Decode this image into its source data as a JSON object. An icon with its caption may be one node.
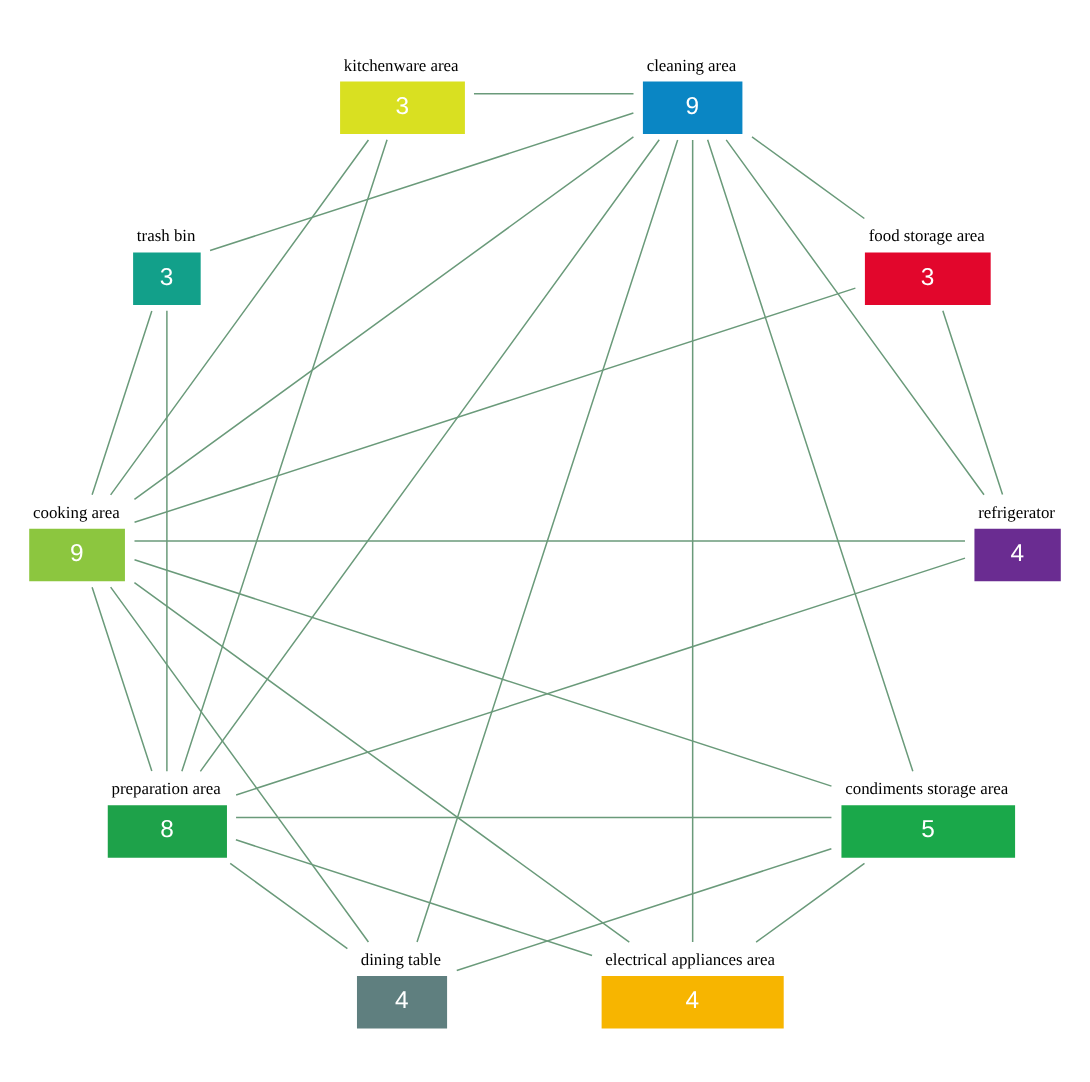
{
  "diagram": {
    "nodes": [
      {
        "text": [
          "5"
        ],
        "beside": [
          "condiments storage area"
        ]
      },
      {
        "text": [
          "9"
        ],
        "beside": [
          "cooking area"
        ]
      },
      {
        "text": [
          "3"
        ],
        "beside": [
          "kitchenware area"
        ]
      },
      {
        "text": [
          "4"
        ],
        "beside": [
          "electrical appliances area"
        ]
      },
      {
        "text": [
          "3"
        ],
        "beside": [
          "food storage area"
        ]
      },
      {
        "text": [
          "4"
        ],
        "beside": [
          "refrigerator"
        ]
      },
      {
        "text": [
          "4"
        ],
        "beside": [
          "dining table"
        ]
      },
      {
        "text": [
          "9"
        ],
        "beside": [
          "cleaning area"
        ]
      },
      {
        "text": [
          "3"
        ],
        "beside": [
          "trash bin"
        ]
      },
      {
        "text": [
          "8"
        ],
        "beside": [
          "preparation area"
        ]
      }
    ],
    "edges": [
      {
        "from": 0,
        "to": 1,
        "arrow": "none"
      },
      {
        "from": 0,
        "to": 9,
        "arrow": "none"
      },
      {
        "from": 0,
        "to": 7,
        "arrow": "none"
      },
      {
        "from": 0,
        "to": 6,
        "arrow": "none"
      },
      {
        "from": 0,
        "to": 3,
        "arrow": "none"
      },
      {
        "from": 1,
        "to": 2,
        "arrow": "none"
      },
      {
        "from": 1,
        "to": 3,
        "arrow": "none"
      },
      {
        "from": 1,
        "to": 4,
        "arrow": "none"
      },
      {
        "from": 1,
        "to": 5,
        "arrow": "none"
      },
      {
        "from": 1,
        "to": 6,
        "arrow": "none"
      },
      {
        "from": 1,
        "to": 7,
        "arrow": "none"
      },
      {
        "from": 1,
        "to": 8,
        "arrow": "none"
      },
      {
        "from": 1,
        "to": 9,
        "arrow": "none"
      },
      {
        "from": 9,
        "to": 2,
        "arrow": "none"
      },
      {
        "from": 9,
        "to": 3,
        "arrow": "none"
      },
      {
        "from": 9,
        "to": 5,
        "arrow": "none"
      },
      {
        "from": 9,
        "to": 6,
        "arrow": "none"
      },
      {
        "from": 9,
        "to": 7,
        "arrow": "none"
      },
      {
        "from": 9,
        "to": 8,
        "arrow": "none"
      },
      {
        "from": 7,
        "to": 2,
        "arrow": "none"
      },
      {
        "from": 7,
        "to": 3,
        "arrow": "none"
      },
      {
        "from": 7,
        "to": 4,
        "arrow": "none"
      },
      {
        "from": 7,
        "to": 5,
        "arrow": "none"
      },
      {
        "from": 7,
        "to": 6,
        "arrow": "none"
      },
      {
        "from": 7,
        "to": 8,
        "arrow": "none"
      },
      {
        "from": 4,
        "to": 5,
        "arrow": "none"
      }
    ]
  }
}
